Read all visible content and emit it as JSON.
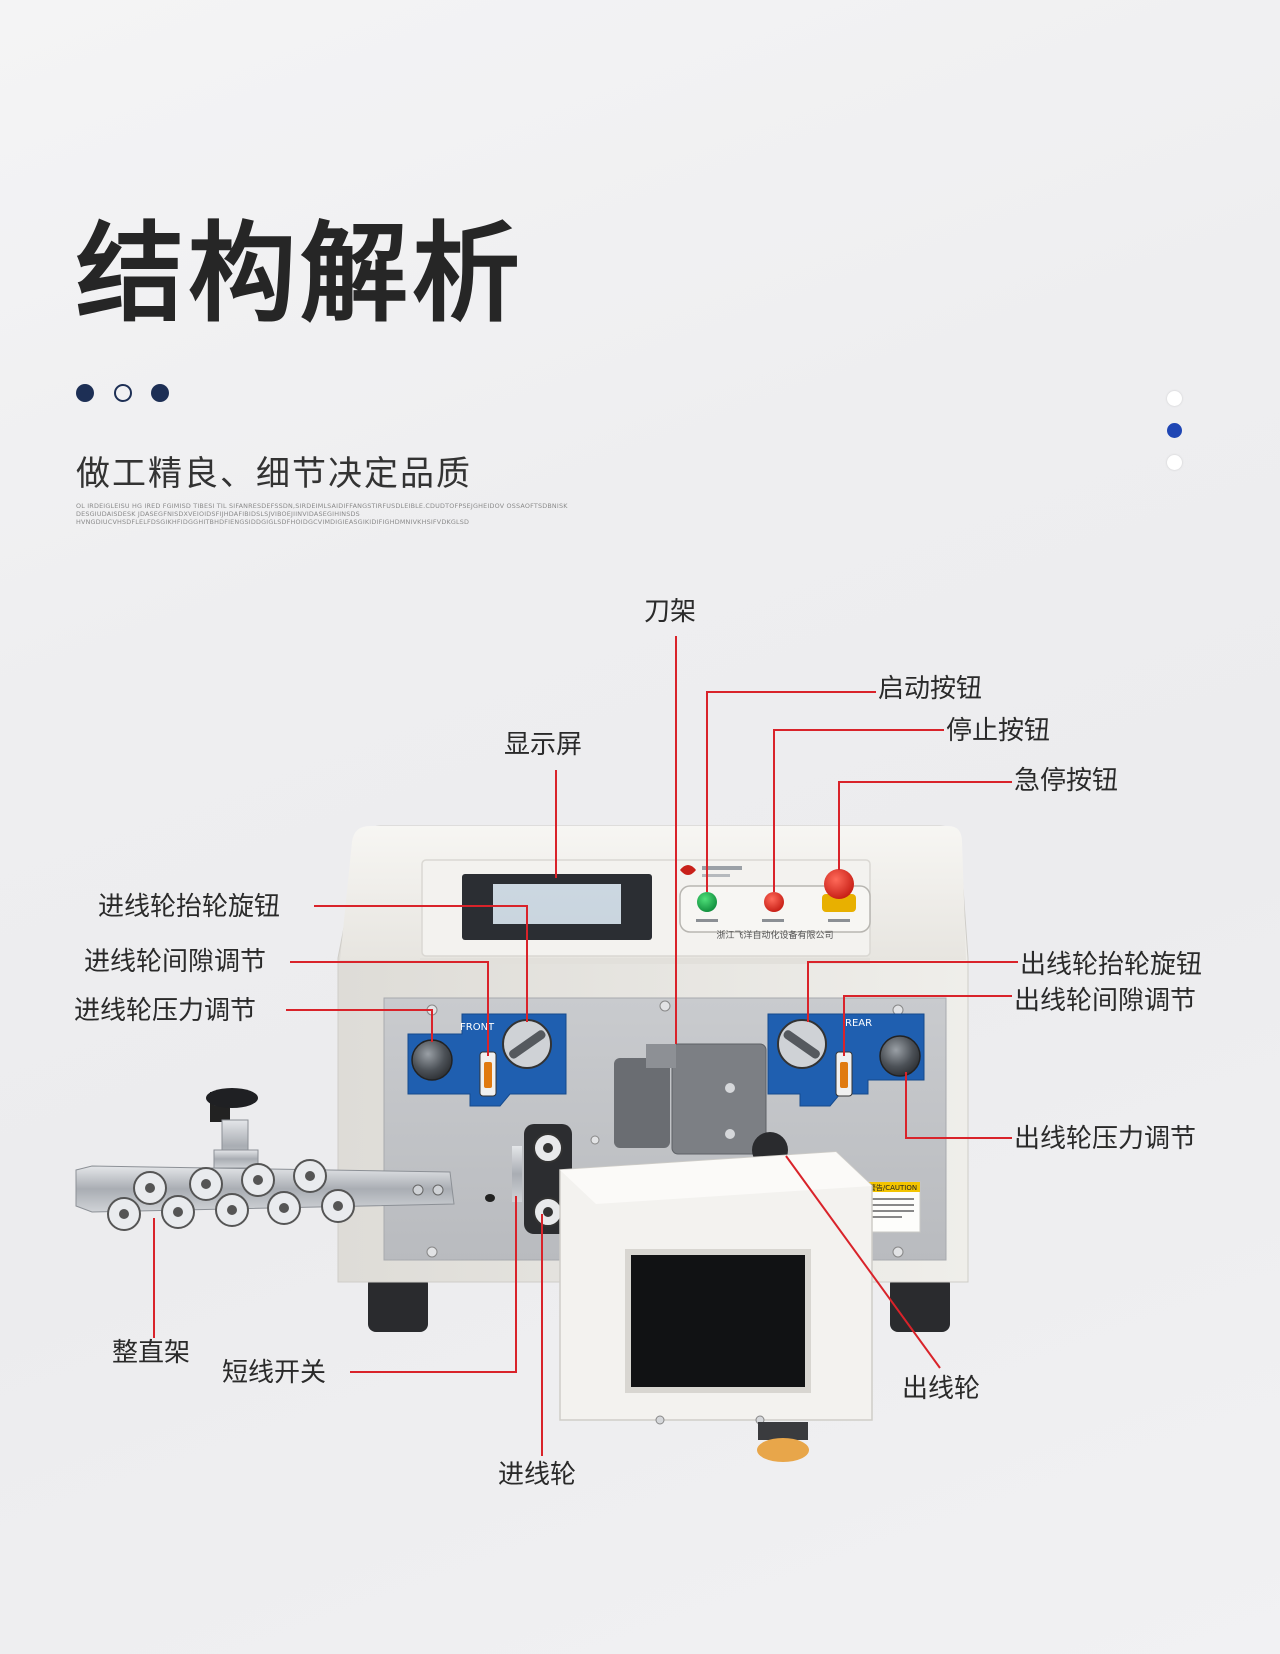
{
  "heading": {
    "title": "结构解析",
    "subtitle": "做工精良、细节决定品质",
    "fineprint": "OL IRDEIGLEISU HG IRED FGIMISD TIBESI TIL SIFANRESDEFSSDN,SIRDEIMLSAIDIFFANGSTIRFUSDLEIBLE.CDUDTOFPSEJGHEIDOV OSSAOFTSDBNISK DESGIUDAISDESK JDASEGFNISDXVEIOIDSFIJHDAFIBIDSLSJVIBOEJIINVIDASEGIHINSDS HVNGDIUCVHSDFLELFDSGIKHFIDGGHITBHDFIENGSIDDGIGLSDFHOIDGCVIMDIGIEASGIKIDIFIGHDMNIVKHSIFVDKGLSD"
  },
  "colors": {
    "dot_navy": "#1d2f55",
    "dot_blue": "#1f46b4",
    "leader_red": "#d9232a",
    "panel_blue": "#1f5fb0"
  },
  "machine": {
    "panel_brand": "浙江飞洋自动化设备有限公司",
    "caution_text": "警告/CAUTION",
    "front_text": "FRONT",
    "rear_text": "REAR"
  },
  "callouts": {
    "knife_holder": "刀架",
    "display": "显示屏",
    "start_button": "启动按钮",
    "stop_button": "停止按钮",
    "emergency_stop": "急停按钮",
    "feed_lift_knob": "进线轮抬轮旋钮",
    "feed_gap_adjust": "进线轮间隙调节",
    "feed_pressure_adjust": "进线轮压力调节",
    "out_lift_knob": "出线轮抬轮旋钮",
    "out_gap_adjust": "出线轮间隙调节",
    "out_pressure_adjust": "出线轮压力调节",
    "straightener": "整直架",
    "short_wire_switch": "短线开关",
    "feed_wheel": "进线轮",
    "output_wheel": "出线轮"
  }
}
